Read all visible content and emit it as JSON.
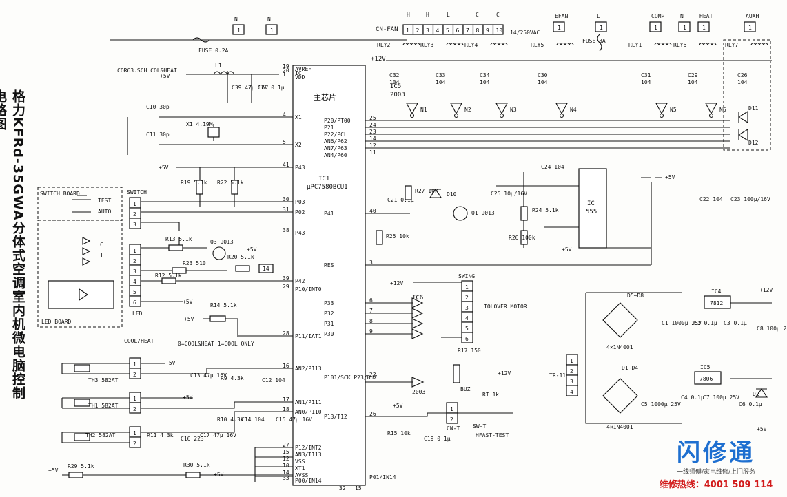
{
  "title": "格力KFRd-35GWA分体式空调室内机微电脑控制电路图",
  "logo": {
    "brand": "闪修通",
    "tagline": "一线师傅/家电维修/上门服务",
    "hotline": "维修热线：4001 509 114"
  },
  "ic1": {
    "name": "IC1",
    "part": "μPC7580BCU1",
    "label": "主芯片"
  },
  "ic_555": {
    "name": "IC",
    "part": "555"
  },
  "ic4": {
    "name": "IC4",
    "part": "7812"
  },
  "ic5_reg": {
    "name": "IC5",
    "part": "7806"
  },
  "ic5_drv": {
    "name": "IC5",
    "part": "2003"
  },
  "ic6": "IC6",
  "connectors": {
    "cn_fan": "CN-FAN",
    "cn_fan_pins": [
      "1",
      "2",
      "3",
      "4",
      "5",
      "6",
      "7",
      "8",
      "9",
      "10"
    ],
    "cn_fan_head": [
      "H",
      "H",
      "L",
      "C",
      "C"
    ],
    "swing": "SWING",
    "swing_pins": [
      "1",
      "2",
      "3",
      "4",
      "5",
      "6"
    ],
    "switch": "SWITCH",
    "switch_pins": [
      "1",
      "2",
      "3"
    ],
    "led": "LED",
    "led_pins": [
      "1",
      "2",
      "3",
      "4",
      "5",
      "6"
    ],
    "tr": "TR-11",
    "tr_pins": [
      "1",
      "2",
      "3",
      "4"
    ],
    "cn_t": "CN-T",
    "cn_t_pins": [
      "1",
      "2"
    ]
  },
  "top_labels": [
    "N",
    "N",
    "EFAN",
    "L",
    "COMP",
    "N",
    "HEAT",
    "AUXH",
    "FUSE 0.2A",
    "FUSE 3A"
  ],
  "relays": [
    "RLY2",
    "RLY3",
    "RLY4",
    "RLY5",
    "RLY1",
    "RLY6",
    "RLY7"
  ],
  "drivers": [
    "N1",
    "N2",
    "N3",
    "N4",
    "N5",
    "N6"
  ],
  "caps_top": [
    "C32 104",
    "C33 104",
    "C34 104",
    "C30 104",
    "C31 104",
    "C29 104",
    "C26 104"
  ],
  "ic1_pins_left": [
    {
      "n": "19",
      "t": "AVREF"
    },
    {
      "n": "20",
      "t": "IC"
    },
    {
      "n": "1",
      "t": "VDD"
    },
    {
      "n": "4",
      "t": "X1"
    },
    {
      "n": "5",
      "t": "X2"
    },
    {
      "n": "41",
      "t": "P43"
    },
    {
      "n": "30",
      "t": "P03"
    },
    {
      "n": "31",
      "t": "P02"
    },
    {
      "n": "38",
      "t": "P43"
    },
    {
      "n": "39",
      "t": "P42"
    },
    {
      "n": "29",
      "t": "P10/INT0"
    },
    {
      "n": "28",
      "t": "P11/IAT1"
    },
    {
      "n": "16",
      "t": "AN2/P113"
    },
    {
      "n": "17",
      "t": "AN1/P111"
    },
    {
      "n": "18",
      "t": "AN0/P110"
    },
    {
      "n": "27",
      "t": "P12/INT2"
    },
    {
      "n": "15",
      "t": "AN3/T113"
    },
    {
      "n": "12",
      "t": "VSS"
    },
    {
      "n": "10",
      "t": "XT1"
    },
    {
      "n": "14",
      "t": "AVSS"
    },
    {
      "n": "33",
      "t": "P00/IN14"
    }
  ],
  "ic1_pins_right": [
    {
      "n": "25",
      "t": "P20/PT00"
    },
    {
      "n": "24",
      "t": "P21"
    },
    {
      "n": "23",
      "t": "P22/PCL"
    },
    {
      "n": "14",
      "t": "AN6/P62"
    },
    {
      "n": "12",
      "t": "AN7/P63"
    },
    {
      "n": "11",
      "t": "AN4/P60"
    },
    {
      "n": "40",
      "t": "P41"
    },
    {
      "n": "3",
      "t": "RES"
    },
    {
      "n": "6",
      "t": "P33"
    },
    {
      "n": "7",
      "t": "P32"
    },
    {
      "n": "8",
      "t": "P31"
    },
    {
      "n": "9",
      "t": "P30"
    },
    {
      "n": "22",
      "t": "P101/SCK P23/BUZ"
    },
    {
      "n": "26",
      "t": "P13/T12"
    },
    {
      "n": "P01/IN14",
      "t": ""
    }
  ],
  "parts": {
    "osc": [
      "C10 30p",
      "C11 30p",
      "X1 4.19M"
    ],
    "l1": "L1",
    "cor": "COR63.SCH COL&HEAT",
    "c39": "C39 47μ 16V",
    "c26": "C26 0.1μ",
    "r19": "R19 5.1k",
    "r22": "R22 5.1k",
    "r13": "R13 5.1k",
    "r23": "R23 510",
    "r12": "R12 5.1k",
    "r20": "R20 5.1k",
    "q3": "Q3 9013",
    "r14": "R14 5.1k",
    "coolheat": "COOL/HEAT",
    "coolheat_opt": "0=COOL&HEAT 1=COOL ONLY",
    "th3": "TH3 582AT",
    "th1": "TH1 582AT",
    "th2": "TH2 582AT",
    "c13": "C13 47μ 16V",
    "r9": "R9 4.3k",
    "c12": "C12 104",
    "r10": "R10 4.3k",
    "c14": "C14 104",
    "c15": "C15 47μ 16V",
    "r11": "R11 4.3k",
    "c16": "C16 223",
    "c17": "C17 47μ 16V",
    "r29": "R29 5.1k",
    "r30": "R30 5.1k",
    "r27": "R27 10k",
    "d10": "D10",
    "q1": "Q1 9013",
    "c21": "C21 0.1μ",
    "c25": "C25 10μ/16V",
    "r25": "R25 10k",
    "c24": "C24 104",
    "r24": "R24 5.1k",
    "r26": "R26 100k",
    "c22": "C22 104",
    "c23": "C23 100μ/16V",
    "tolover": "TOLOVER MOTOR",
    "r17": "R17 150",
    "buz": "BUZ",
    "rt": "RT 1k",
    "sw_t": "SW-T",
    "hfast": "HFAST-TEST",
    "r15": "R15 10k",
    "c19": "C19 0.1μ",
    "d5d8": "D5~D8",
    "d1d4": "D1~D4",
    "bridge": "4×1N4001",
    "c1": "C1 1000μ 25V",
    "c2": "C2 0.1μ",
    "c3": "C3 0.1μ",
    "c8": "C8 100μ 25V",
    "c5": "C5 1000μ 25V",
    "c4": "C4 0.1μ",
    "c7": "C7 100μ 25V",
    "c6": "C6 0.1μ",
    "d2": "D2",
    "d11": "D11",
    "d12": "D12",
    "rl_rating": "14/250VAC",
    "switch_board": "SWITCH BOARD",
    "test": "TEST",
    "auto": "AUTO",
    "led_board": "LED BOARD",
    "led_letters": [
      "C",
      "T"
    ],
    "supply": [
      "+5V",
      "+12V"
    ],
    "misc": [
      "14",
      "15",
      "32",
      "2003"
    ]
  }
}
